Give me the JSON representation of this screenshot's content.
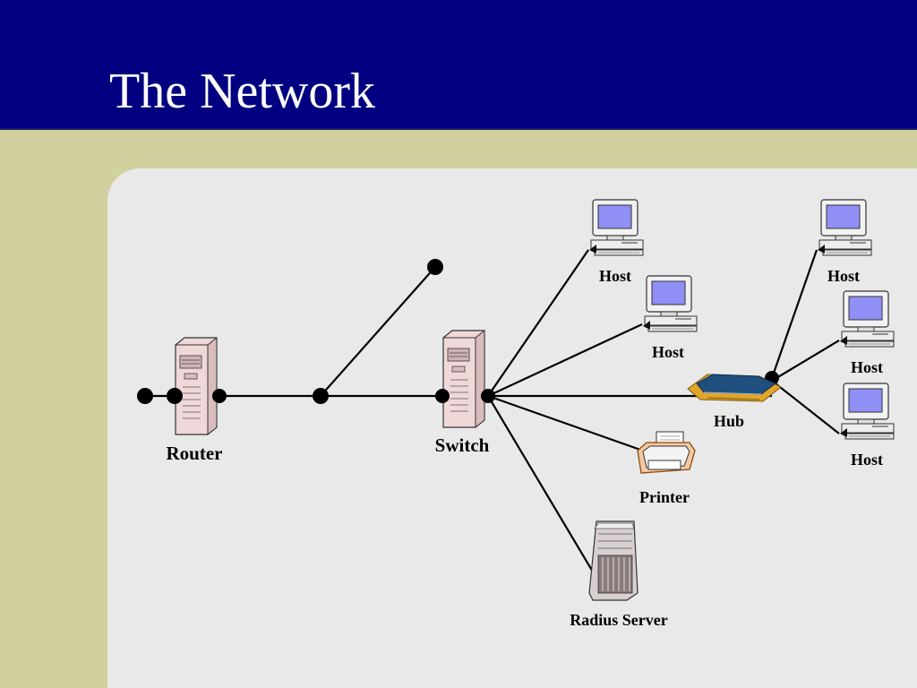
{
  "slide": {
    "title": "The Network"
  },
  "labels": {
    "router": "Router",
    "switch": "Switch",
    "hub": "Hub",
    "printer": "Printer",
    "radius_server": "Radius Server",
    "host": "Host"
  },
  "colors": {
    "header": "#000080",
    "background": "#d1d09f",
    "panel": "#e9e9e9",
    "screen": "#8f8ff5",
    "hub": "#1f4f7e",
    "hub_trim": "#e0a020"
  }
}
